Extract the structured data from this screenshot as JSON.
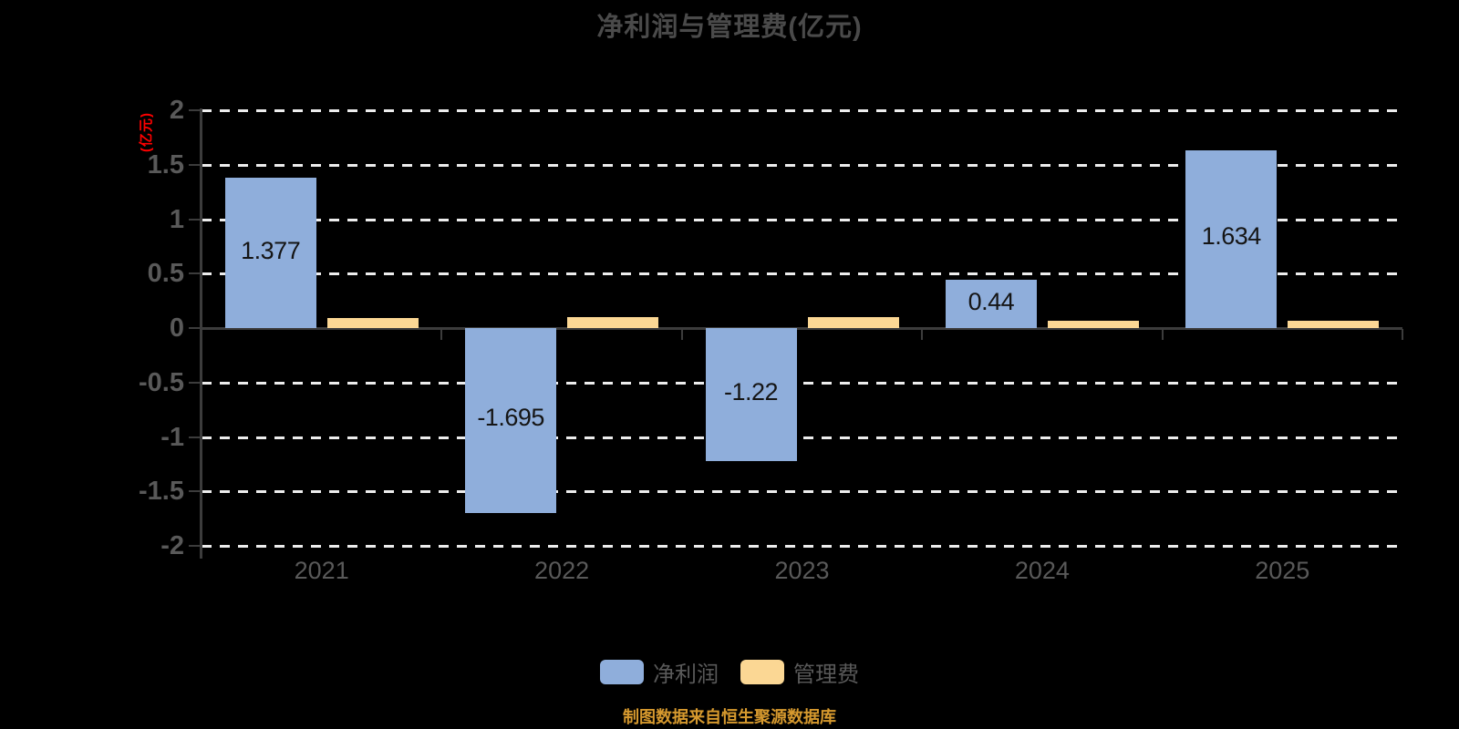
{
  "title": "净利润与管理费(亿元)",
  "y_axis_name": "(亿元)",
  "source_note": "制图数据来自恒生聚源数据库",
  "legend": [
    {
      "label": "净利润",
      "color": "#8FAEDB"
    },
    {
      "label": "管理费",
      "color": "#FBD794"
    }
  ],
  "colors": {
    "background": "#000000",
    "net_profit_bar": "#8FAEDB",
    "mgmt_fee_bar": "#FBD794",
    "title_text": "#4A4A4A",
    "axis_text": "#595959",
    "axis_line": "#3C3C3C",
    "gridline": "#EDEDED",
    "data_label": "#151515",
    "y_axis_name_text": "#FF0000",
    "source_text": "#D6992E"
  },
  "chart_data": {
    "type": "bar",
    "categories": [
      "2021",
      "2022",
      "2023",
      "2024",
      "2025"
    ],
    "series": [
      {
        "name": "净利润",
        "color": "#8FAEDB",
        "values": [
          1.377,
          -1.695,
          -1.22,
          0.44,
          1.634
        ],
        "data_labels": [
          "1.377",
          "-1.695",
          "-1.22",
          "0.44",
          "1.634"
        ],
        "labels_visible": true
      },
      {
        "name": "管理费",
        "color": "#FBD794",
        "values": [
          0.09,
          0.1,
          0.1,
          0.07,
          0.07
        ],
        "data_labels": [],
        "labels_visible": false
      }
    ],
    "title": "净利润与管理费(亿元)",
    "ylabel": "(亿元)",
    "xlabel": "",
    "ylim": [
      -2,
      2
    ],
    "ytick_step": 0.5,
    "ytick_labels": [
      "2",
      "1.5",
      "1",
      "0.5",
      "0",
      "-0.5",
      "-1",
      "-1.5",
      "-2"
    ],
    "grid": "horizontal-dashed",
    "legend_position": "bottom"
  }
}
